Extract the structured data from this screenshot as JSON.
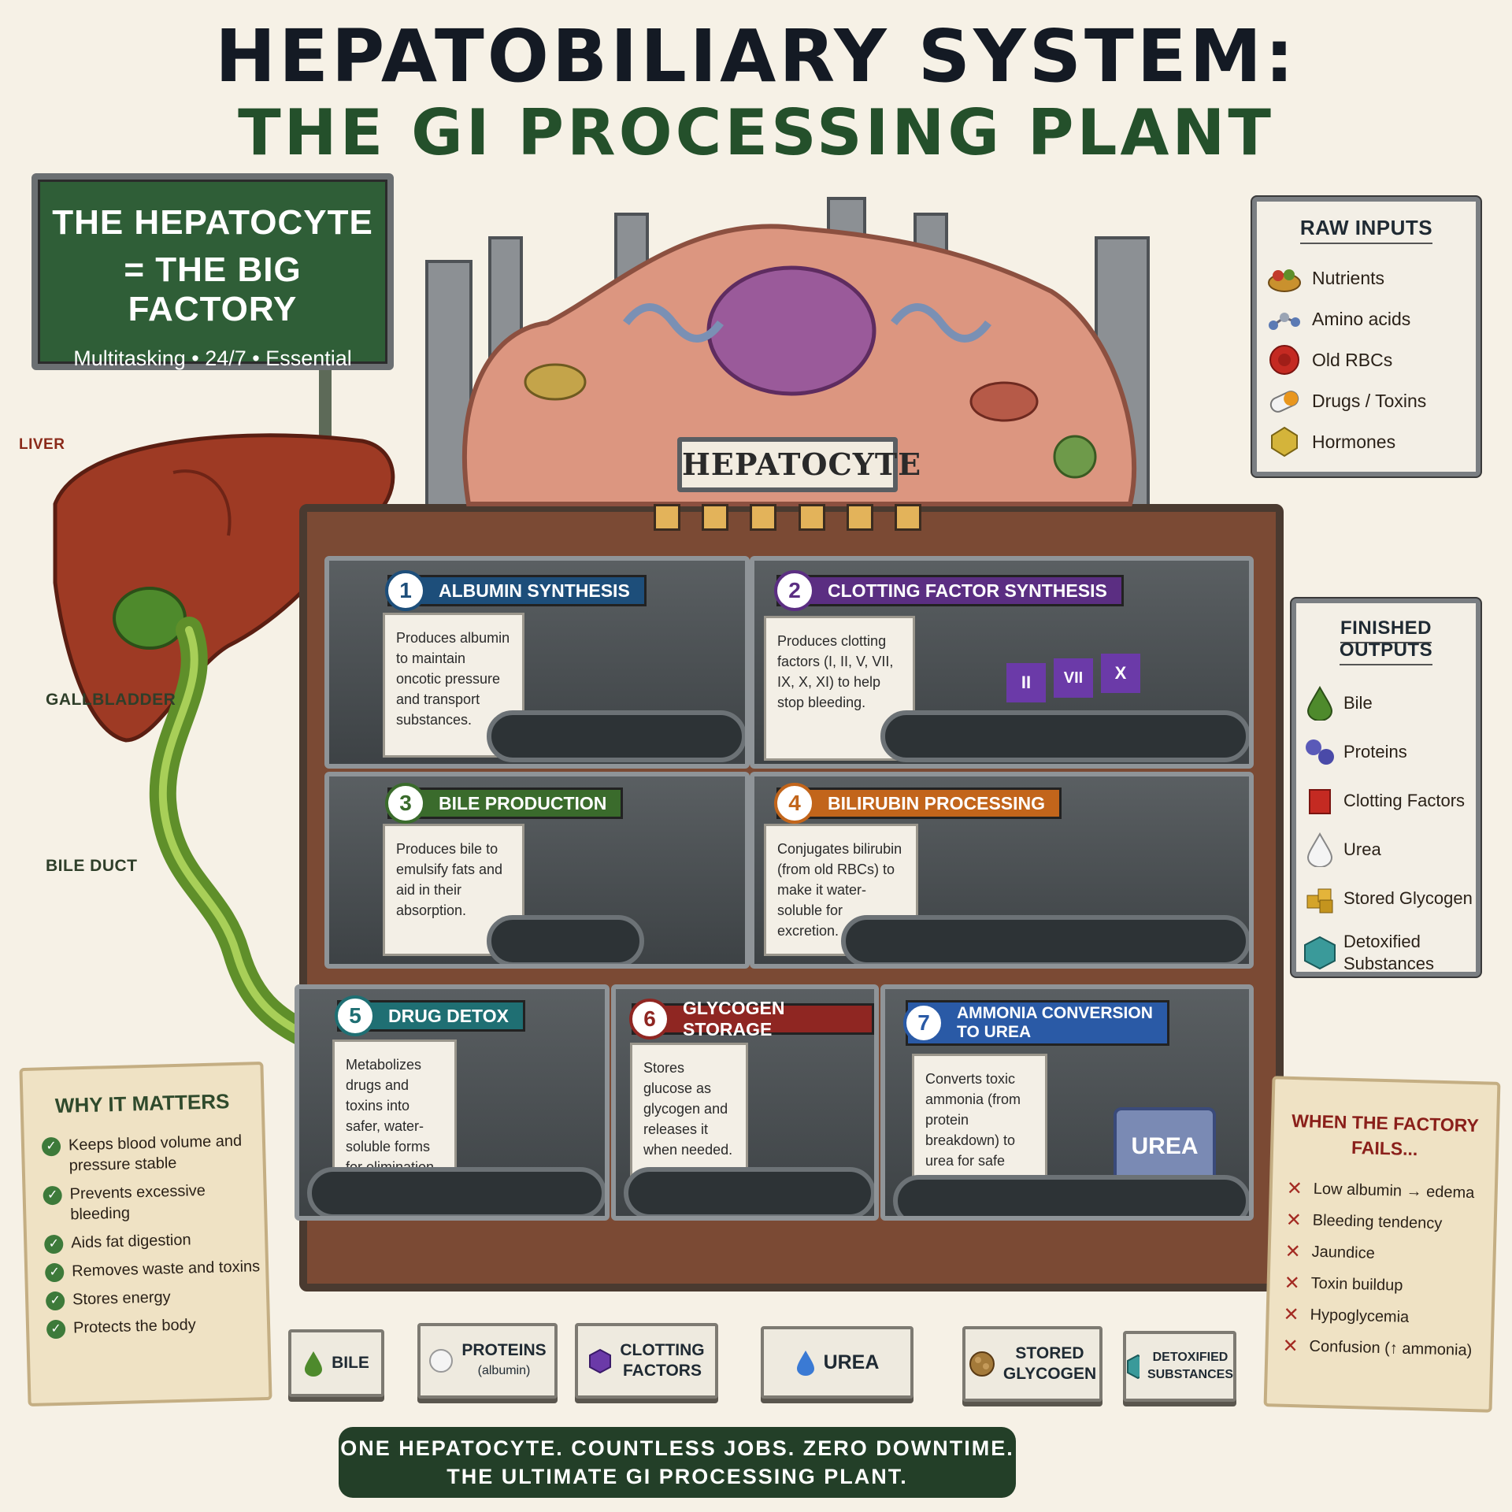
{
  "title": {
    "line1": "HEPATOBILIARY SYSTEM:",
    "line2": "THE GI PROCESSING PLANT"
  },
  "hepatocyte_sign": {
    "line1": "THE HEPATOCYTE",
    "line2": "= THE BIG FACTORY",
    "tagline": "Multitasking • 24/7 • Essential"
  },
  "anatomy_labels": {
    "liver": "LIVER",
    "gallbladder": "GALLBLADDER",
    "bile_duct": "BILE DUCT"
  },
  "factory_sign": "HEPATOCYTE",
  "raw_inputs": {
    "title": "RAW INPUTS",
    "items": [
      {
        "label": "Nutrients",
        "icon": "food-basket-icon"
      },
      {
        "label": "Amino acids",
        "icon": "molecule-icon"
      },
      {
        "label": "Old RBCs",
        "icon": "red-blood-cell-icon"
      },
      {
        "label": "Drugs / Toxins",
        "icon": "capsule-icon"
      },
      {
        "label": "Hormones",
        "icon": "hormone-icon"
      }
    ]
  },
  "finished_outputs": {
    "title": "FINISHED OUTPUTS",
    "items": [
      {
        "label": "Bile",
        "icon": "green-drop-icon"
      },
      {
        "label": "Proteins",
        "icon": "protein-spheres-icon"
      },
      {
        "label": "Clotting Factors",
        "icon": "red-cube-icon"
      },
      {
        "label": "Urea",
        "icon": "white-drop-icon"
      },
      {
        "label": "Stored Glycogen",
        "icon": "glycogen-cubes-icon"
      },
      {
        "label": "Detoxified Substances",
        "icon": "teal-hexagon-icon"
      }
    ]
  },
  "stations": [
    {
      "num": "1",
      "title": "ALBUMIN SYNTHESIS",
      "color": "#1d4e7a",
      "text": "Produces albumin to maintain oncotic pressure and transport substances."
    },
    {
      "num": "2",
      "title": "CLOTTING FACTOR SYNTHESIS",
      "color": "#5b2e82",
      "text": "Produces clotting factors (I, II, V, VII, IX, X, XI) to help stop bleeding.",
      "blocks": [
        "II",
        "VII",
        "X"
      ]
    },
    {
      "num": "3",
      "title": "BILE PRODUCTION",
      "color": "#3a6b2c",
      "text": "Produces bile to emulsify fats and aid in their absorption."
    },
    {
      "num": "4",
      "title": "BILIRUBIN PROCESSING",
      "color": "#c2651b",
      "text": "Conjugates bilirubin (from old RBCs) to make it water-soluble for excretion."
    },
    {
      "num": "5",
      "title": "DRUG DETOX",
      "color": "#1f6f73",
      "text": "Metabolizes drugs and toxins into safer, water-soluble forms for elimination."
    },
    {
      "num": "6",
      "title": "GLYCOGEN STORAGE",
      "color": "#8f2622",
      "text": "Stores glucose as glycogen and releases it when needed."
    },
    {
      "num": "7",
      "title_line1": "AMMONIA CONVERSION",
      "title_line2": "TO UREA",
      "color": "#2a5aa6",
      "text": "Converts toxic ammonia (from protein breakdown) to urea for safe excretion by kidneys.",
      "tank_label": "UREA"
    }
  ],
  "why_it_matters": {
    "title": "WHY IT MATTERS",
    "items": [
      "Keeps blood volume and pressure stable",
      "Prevents excessive bleeding",
      "Aids fat digestion",
      "Removes waste and toxins",
      "Stores energy",
      "Protects the body"
    ]
  },
  "when_fails": {
    "title_line1": "WHEN THE FACTORY",
    "title_line2": "FAILS...",
    "items": [
      "Low albumin → edema",
      "Bleeding tendency",
      "Jaundice",
      "Toxin buildup",
      "Hypoglycemia",
      "Confusion (↑ ammonia)"
    ]
  },
  "bins": [
    {
      "label": "BILE",
      "icon": "green-drop-icon"
    },
    {
      "label": "PROTEINS",
      "sub": "(albumin)",
      "icon": "white-sphere-icon"
    },
    {
      "label_line1": "CLOTTING",
      "label_line2": "FACTORS",
      "icon": "purple-cube-icon"
    },
    {
      "label": "UREA",
      "icon": "blue-drop-icon"
    },
    {
      "label_line1": "STORED",
      "label_line2": "GLYCOGEN",
      "icon": "glycogen-ball-icon"
    },
    {
      "label_line1": "DETOXIFIED",
      "label_line2": "SUBSTANCES",
      "icon": "teal-hexagon-icon"
    }
  ],
  "banner": {
    "line1": "ONE HEPATOCYTE. COUNTLESS JOBS. ZERO DOWNTIME.",
    "line2": "THE ULTIMATE GI PROCESSING PLANT."
  },
  "colors": {
    "title_dark": "#141a24",
    "title_green": "#24502b",
    "sign_green": "#2f5e37",
    "brick": "#7b4a34",
    "fail_red": "#8a1f1a"
  }
}
